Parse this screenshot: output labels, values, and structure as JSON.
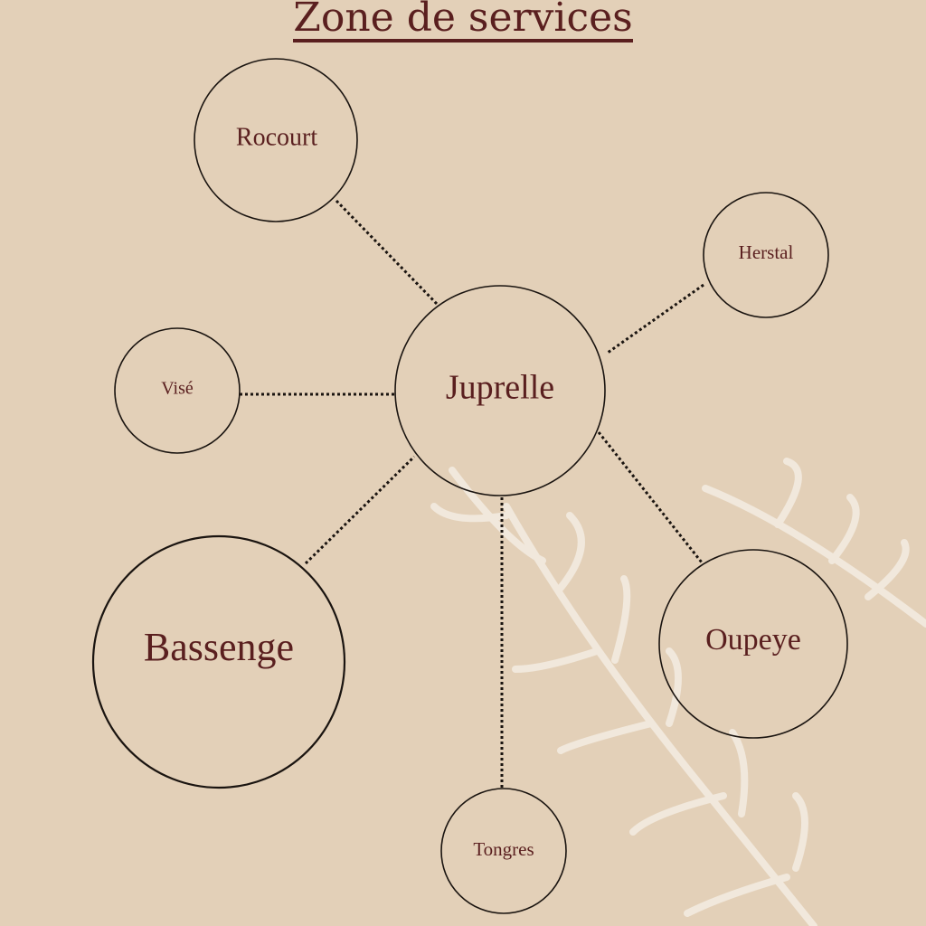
{
  "title": "Zone de services",
  "center": {
    "label": "Juprelle"
  },
  "nodes": [
    {
      "label": "Rocourt"
    },
    {
      "label": "Herstal"
    },
    {
      "label": "Visé"
    },
    {
      "label": "Bassenge"
    },
    {
      "label": "Oupeye"
    },
    {
      "label": "Tongres"
    }
  ],
  "colors": {
    "background": "#e3d0b8",
    "text": "#5a1f1f",
    "stroke": "#1a1410",
    "leaf": "#f3ebe0"
  }
}
